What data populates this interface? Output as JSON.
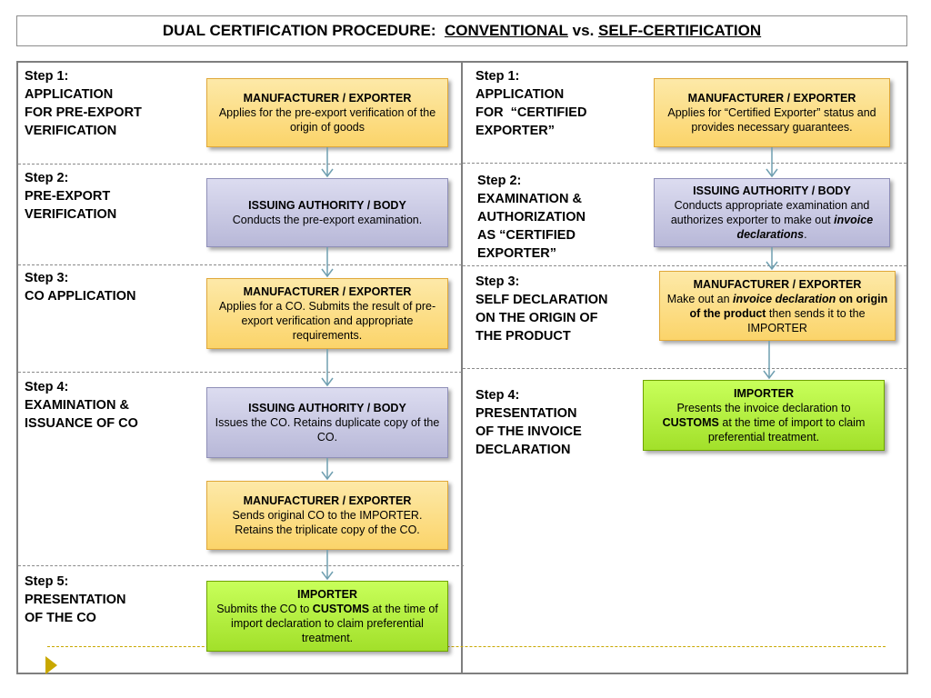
{
  "title": {
    "part1": "DUAL CERTIFICATION PROCEDURE:  ",
    "conventional": "CONVENTIONAL",
    "vs": " vs. ",
    "self": "SELF-CERTIFICATION"
  },
  "left": {
    "steps": [
      "Step 1:\nAPPLICATION\nFOR PRE-EXPORT\nVERIFICATION",
      "Step 2:\nPRE-EXPORT\nVERIFICATION",
      "Step 3:\nCO APPLICATION",
      "Step 4:\nEXAMINATION &\nISSUANCE OF CO",
      "Step 5:\nPRESENTATION\nOF THE CO"
    ],
    "boxes": [
      {
        "head": "MANUFACTURER / EXPORTER",
        "body": "Applies for the pre-export verification of the origin of goods"
      },
      {
        "head": "ISSUING AUTHORITY / BODY",
        "body": "Conducts the pre-export examination."
      },
      {
        "head": "MANUFACTURER / EXPORTER",
        "body": "Applies for a CO.  Submits the result of pre-export verification and appropriate requirements."
      },
      {
        "head": "ISSUING AUTHORITY / BODY",
        "body": "Issues the CO.  Retains duplicate copy of the CO."
      },
      {
        "head": "MANUFACTURER / EXPORTER",
        "body": "Sends original CO to the IMPORTER. Retains the triplicate copy of the CO."
      },
      {
        "head": "IMPORTER",
        "body_a": "Submits the CO to ",
        "body_b": "CUSTOMS",
        "body_c": " at the time of import declaration to claim preferential treatment."
      }
    ]
  },
  "right": {
    "steps": [
      "Step 1:\nAPPLICATION\nFOR  “CERTIFIED\nEXPORTER”",
      "Step 2:\nEXAMINATION &\nAUTHORIZATION\nAS “CERTIFIED\nEXPORTER”",
      "Step 3:\nSELF DECLARATION\nON THE ORIGIN OF\nTHE PRODUCT",
      "Step 4:\nPRESENTATION\nOF THE INVOICE\nDECLARATION"
    ],
    "boxes": [
      {
        "head": "MANUFACTURER / EXPORTER",
        "body": "Applies for “Certified Exporter” status and provides necessary guarantees."
      },
      {
        "head": "ISSUING AUTHORITY / BODY",
        "body_a": "Conducts appropriate examination and  authorizes exporter to make out ",
        "body_b": "invoice declarations",
        "body_c": "."
      },
      {
        "head": "MANUFACTURER / EXPORTER",
        "body_a": "Make out an ",
        "body_b": "invoice declaration",
        "body_c": " on origin of the product",
        "body_d": "  then  sends it to the IMPORTER"
      },
      {
        "head": "IMPORTER",
        "body_a": "Presents the invoice declaration to ",
        "body_b": "CUSTOMS",
        "body_c": " at the time of import to claim preferential treatment."
      }
    ]
  },
  "colors": {
    "orange": "#fbd46a",
    "purple": "#b8b8d8",
    "green": "#a2e02a",
    "arrow": "#6f9fb0"
  },
  "icons": {
    "play": "play-triangle-icon"
  }
}
